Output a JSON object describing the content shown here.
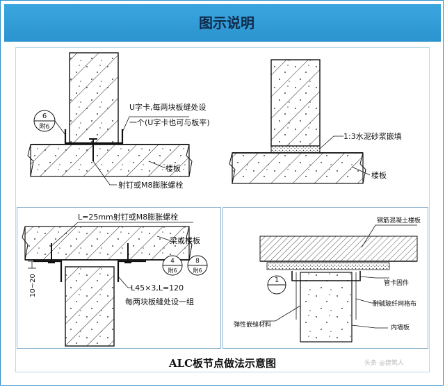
{
  "header": {
    "title": "图示说明"
  },
  "panel1": {
    "tag_top": "6",
    "tag_bottom": "附6",
    "u_clip_line1": "U字卡,每两块板缝处设",
    "u_clip_line2": "一个(U字卡也可与板平)",
    "floor_label": "楼板",
    "anchor_label": "射钉或M8膨胀螺栓"
  },
  "panel2": {
    "mortar_label": "1:3水泥砂浆嵌填",
    "floor_label": "楼板"
  },
  "panel3": {
    "spec_label": "L=25mm射钉或M8膨胀螺栓",
    "beam_label": "梁或楼板",
    "tag1_top": "4",
    "tag1_bottom": "附6",
    "tag2_top": "8",
    "tag2_bottom": "附6",
    "dim_label": "10~20",
    "angle_label": "L45×3,L=120",
    "per_seam_label": "每两块板缝处设一组"
  },
  "panel4": {
    "slab_label": "钢筋混凝土楼板",
    "tag_top": "1",
    "tag_bottom": "",
    "clip_label": "管卡固件",
    "mesh_label": "耐碱玻纤网格布",
    "wall_label": "内墙板",
    "filler_label": "弹性嵌缝材料"
  },
  "caption": "ALC板节点做法示意图",
  "watermark": "头条 @建筑人"
}
